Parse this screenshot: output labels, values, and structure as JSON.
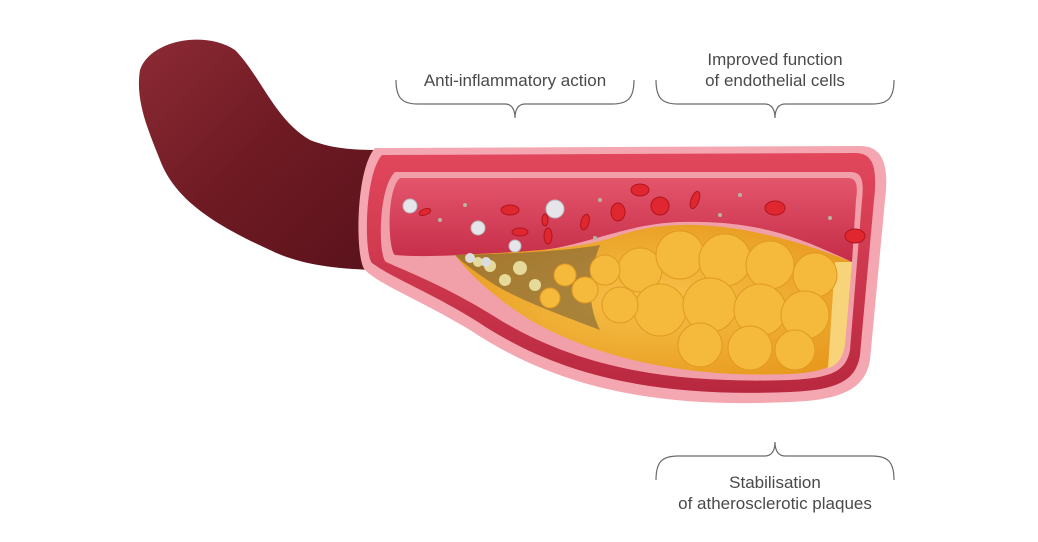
{
  "labels": {
    "anti_inflammatory": {
      "lines": [
        "Anti-inflammatory action"
      ]
    },
    "endothelial": {
      "lines": [
        "Improved function",
        "of endothelial cells"
      ]
    },
    "stabilisation": {
      "lines": [
        "Stabilisation",
        "of atherosclerotic plaques"
      ]
    }
  },
  "colors": {
    "vessel_exterior": "#7a1f28",
    "vessel_wall": "#c93a4c",
    "vessel_rim": "#f4a7b0",
    "lumen": "#d83b55",
    "red_cell": "#e0262f",
    "plaque": "#f2b234",
    "plaque_light": "#f7d47a",
    "text": "#4a4a4a",
    "bracket": "#6a6a6a"
  }
}
